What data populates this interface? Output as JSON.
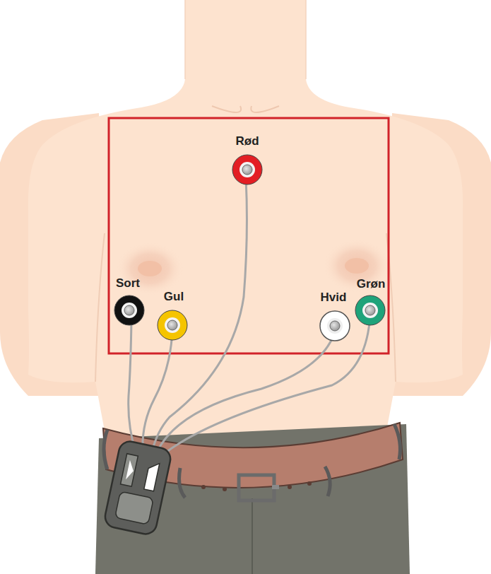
{
  "diagram": {
    "labels": [
      "Rød",
      "Sort",
      "Gul",
      "Hvid",
      "Grøn"
    ]
  }
}
